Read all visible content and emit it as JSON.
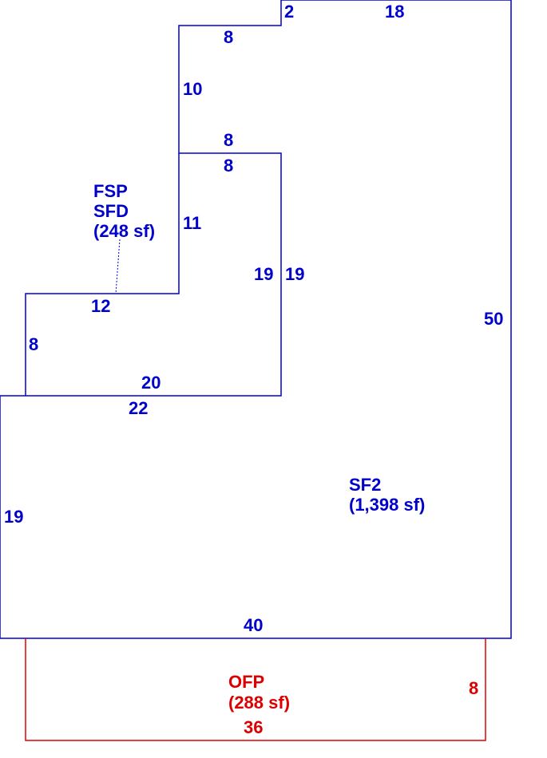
{
  "colors": {
    "main_outline": "#0000cc",
    "porch_outline": "#dd0000",
    "background": "#ffffff"
  },
  "areas": {
    "fsp": {
      "line1": "FSP",
      "line2": "SFD",
      "line3": "(248 sf)"
    },
    "sf2": {
      "line1": "SF2",
      "line2": "(1,398 sf)"
    },
    "ofp": {
      "line1": "OFP",
      "line2": "(288 sf)"
    }
  },
  "dimensions": {
    "top_step": "2",
    "top_right": "18",
    "upper_left_top": "8",
    "upper_left_side": "10",
    "mid_top_outer": "8",
    "mid_top_inner": "8",
    "fsp_inner_side": "11",
    "fsp_right_inner": "19",
    "fsp_right_outer": "19",
    "fsp_bottom_step": "12",
    "right_side": "50",
    "fsp_left_side": "8",
    "fsp_bottom": "20",
    "sf2_step": "22",
    "left_side": "19",
    "bottom": "40",
    "porch_side": "8",
    "porch_bottom": "36"
  }
}
